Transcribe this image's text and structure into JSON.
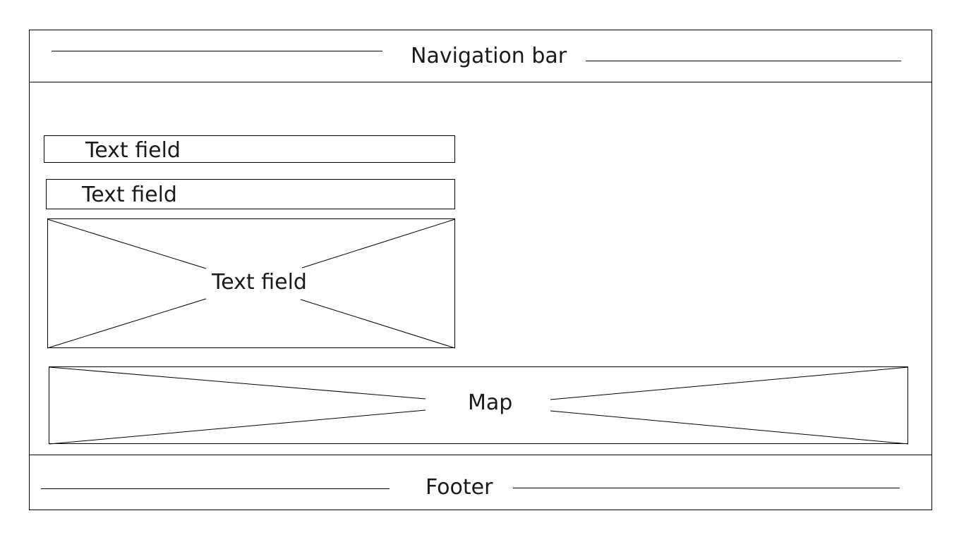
{
  "header": {
    "label": "Navigation bar"
  },
  "form": {
    "field_1_label": "Text field",
    "field_2_label": "Text field",
    "field_3_label": "Text field"
  },
  "map": {
    "label": "Map"
  },
  "footer": {
    "label": "Footer"
  }
}
